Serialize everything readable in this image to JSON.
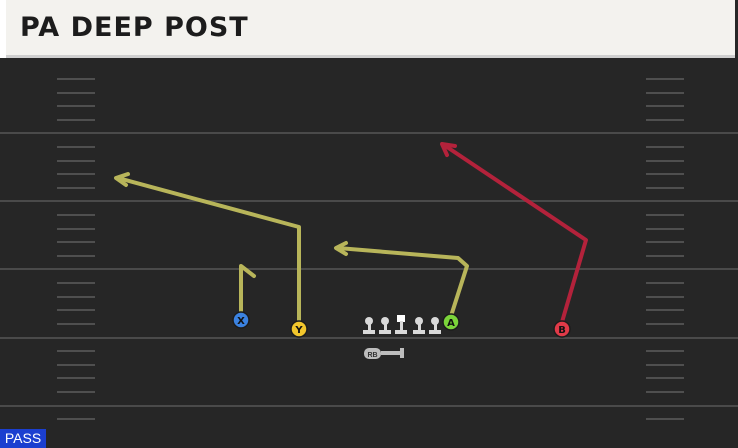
{
  "play": {
    "title": "PA DEEP POST",
    "play_type": "PASS"
  },
  "players": [
    {
      "id": "X",
      "label": "X",
      "color": "#3b82e0",
      "role": "receiver"
    },
    {
      "id": "Y",
      "label": "Y",
      "color": "#f2c62c",
      "role": "receiver"
    },
    {
      "id": "A",
      "label": "A",
      "color": "#7bd43a",
      "role": "receiver"
    },
    {
      "id": "B",
      "label": "B",
      "color": "#e03a48",
      "role": "receiver"
    },
    {
      "id": "RB",
      "label": "RB",
      "color": "#bdbdbd",
      "role": "running-back"
    }
  ],
  "route_colors": {
    "primary": "#b8b55a",
    "highlight": "#b3223b"
  },
  "colors": {
    "field": "#262626",
    "field_lines": "#4a4a4a",
    "yard_marks": "#5a5a5a",
    "linemen": "#d9d9d9"
  }
}
